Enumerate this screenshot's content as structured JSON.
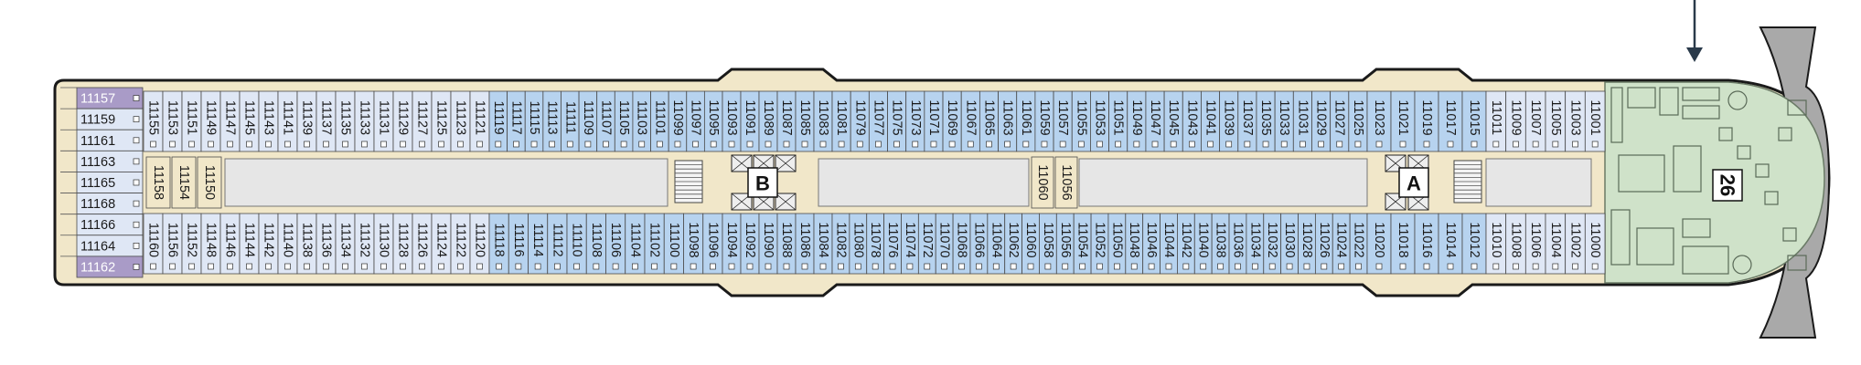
{
  "colors": {
    "hull_fill": "#f1e7c9",
    "hull_stroke": "#1a1a1a",
    "balcony_cabin": "#b7d3ef",
    "window_cabin": "#dfe7f5",
    "suite": "#a99bc7",
    "spa": "#cfe2c9",
    "corridor": "#e6e6e6",
    "gray_bow": "#a9a9a9"
  },
  "top_row": {
    "plain": [
      "11155",
      "11153",
      "11151",
      "11149",
      "11147",
      "11145",
      "11143",
      "11141",
      "11139",
      "11137",
      "11135",
      "11133",
      "11131",
      "11129",
      "11127",
      "11125",
      "11123",
      "11121"
    ],
    "balcony_a": [
      "11119",
      "11117",
      "11115",
      "11113",
      "11111",
      "11109",
      "11107",
      "11105",
      "11103",
      "11101",
      "11099",
      "11097",
      "11095"
    ],
    "bay_b": [
      "11093",
      "11091",
      "11089",
      "11087",
      "11085",
      "11083"
    ],
    "balcony_b": [
      "11081",
      "11079",
      "11077",
      "11075",
      "11073",
      "11071",
      "11069",
      "11067",
      "11065",
      "11063",
      "11061",
      "11059",
      "11057",
      "11055",
      "11053",
      "11051",
      "11049",
      "11047",
      "11045",
      "11043",
      "11041",
      "11039",
      "11037",
      "11035",
      "11033",
      "11031",
      "11029",
      "11027",
      "11025"
    ],
    "bay_a": [
      "11023",
      "11021",
      "11019",
      "11017",
      "11015"
    ],
    "fwd": [
      "11011",
      "11009",
      "11007",
      "11005",
      "11003",
      "11001"
    ]
  },
  "bottom_row": {
    "plain": [
      "11160",
      "11156",
      "11152",
      "11148",
      "11146",
      "11144",
      "11142",
      "11140",
      "11138",
      "11136",
      "11134",
      "11132",
      "11130",
      "11128",
      "11126",
      "11124",
      "11122",
      "11120"
    ],
    "balcony_a": [
      "11118",
      "11116",
      "11114",
      "11112",
      "11110",
      "11108",
      "11106",
      "11104",
      "11102",
      "11100",
      "11098",
      "11096"
    ],
    "bay_b": [
      "11094",
      "11092",
      "11090",
      "11088",
      "11086",
      "11084"
    ],
    "balcony_b": [
      "11082",
      "11080",
      "11078",
      "11076",
      "11074",
      "11072",
      "11070",
      "11068",
      "11066",
      "11064",
      "11062",
      "11060",
      "11058",
      "11056",
      "11054",
      "11052",
      "11050",
      "11048",
      "11046",
      "11044",
      "11042",
      "11040",
      "11038",
      "11036",
      "11034",
      "11032",
      "11030",
      "11028",
      "11026",
      "11024",
      "11022"
    ],
    "bay_a": [
      "11020",
      "11018",
      "11016",
      "11014",
      "11012"
    ],
    "fwd": [
      "11010",
      "11008",
      "11006",
      "11004",
      "11002",
      "11000"
    ]
  },
  "aft_cabins": [
    "11157",
    "11159",
    "11161",
    "11163",
    "11165",
    "11168",
    "11166",
    "11164",
    "11162"
  ],
  "inner_cabins": [
    "11158",
    "11154",
    "11150"
  ],
  "center_cabins": [
    "11060",
    "11056"
  ],
  "stair_b_label": "B",
  "stair_a_label": "A",
  "deck_number": "26"
}
